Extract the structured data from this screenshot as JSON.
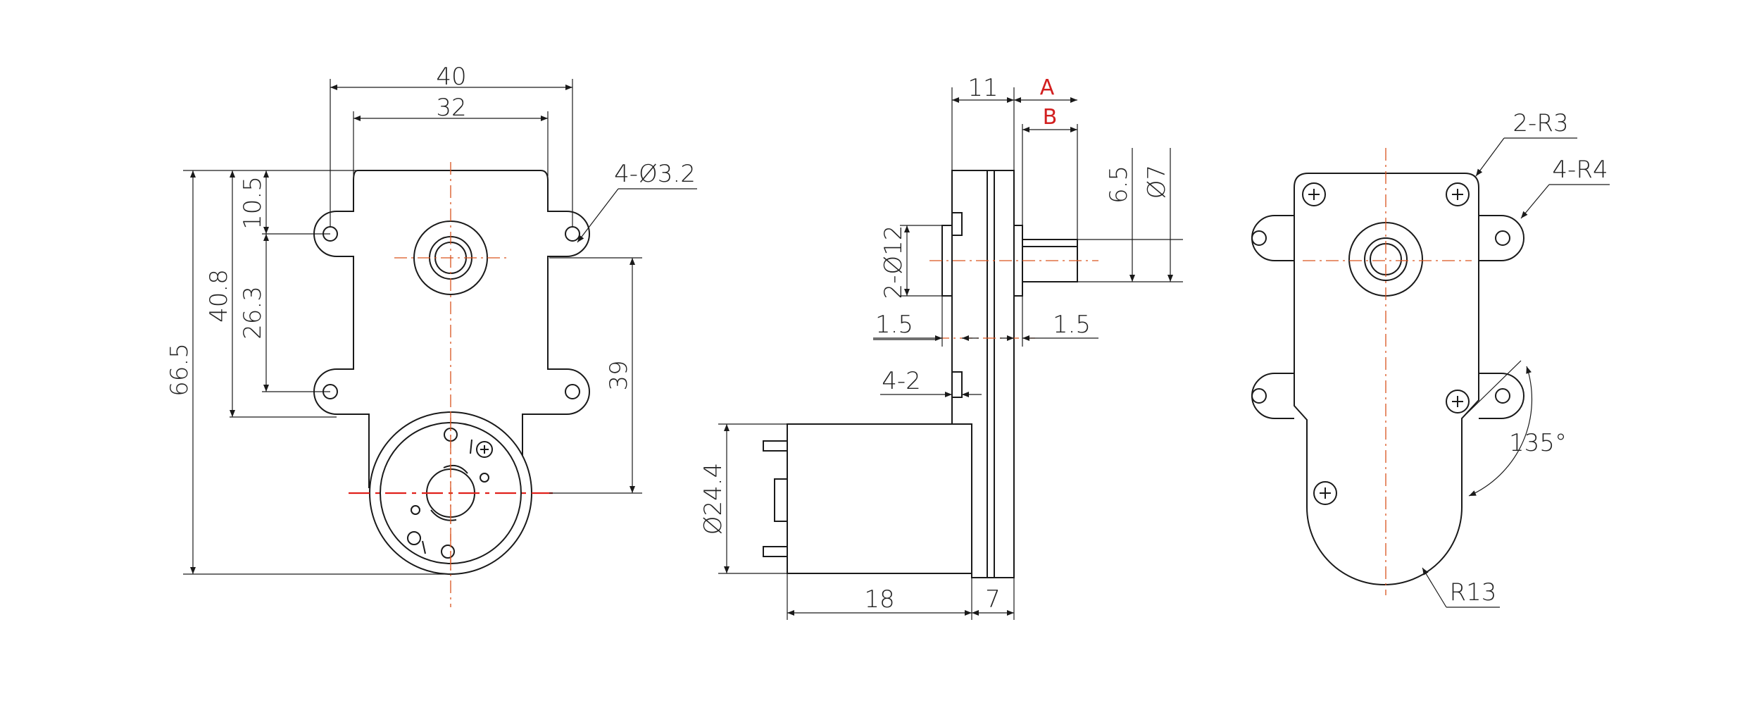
{
  "colors": {
    "outline": "#1a1a1a",
    "centerline": "#d9531e",
    "red_centerline": "#e0201b",
    "label_red": "#d21f1f"
  },
  "front_view": {
    "dim_width_outer": "40",
    "dim_width_inner": "32",
    "dim_height_total": "66.5",
    "dim_height_holes": "40.8",
    "dim_top_offset": "10.5",
    "dim_hole_spacing": "26.3",
    "dim_center_to_motor": "39",
    "note_holes": "4-Ø3.2"
  },
  "side_view": {
    "dim_gearbox_thickness": "11",
    "label_a": "A",
    "label_b": "B",
    "dim_shaft_flat": "6.5",
    "dim_shaft_dia": "Ø7",
    "dim_boss_dia": "2-Ø12",
    "dim_boss_left": "1.5",
    "dim_boss_right": "1.5",
    "dim_pins": "4-2",
    "dim_motor_dia": "Ø24.4",
    "dim_motor_length": "18",
    "dim_plate_thickness": "7"
  },
  "back_view": {
    "note_corner_r": "2-R3",
    "note_ear_r": "4-R4",
    "dim_angle": "135°",
    "dim_bottom_r": "R13"
  }
}
